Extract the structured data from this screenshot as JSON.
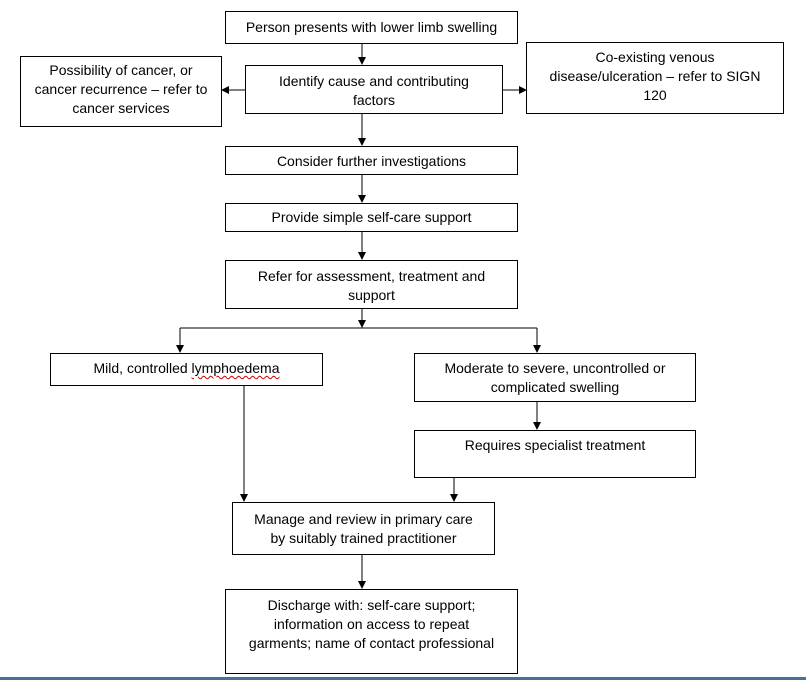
{
  "flowchart": {
    "nodes": {
      "presents": "Person presents with lower limb swelling",
      "identify": "Identify cause and contributing factors",
      "cancer": "Possibility of cancer, or cancer recurrence – refer to cancer services",
      "venous": "Co-existing venous disease/ulceration – refer to SIGN 120",
      "investigations": "Consider further investigations",
      "selfcare": "Provide simple self-care support",
      "refer": "Refer for assessment, treatment and support",
      "mild_prefix": "Mild, controlled ",
      "mild_word": "lymphoedema",
      "moderate": "Moderate to severe, uncontrolled or complicated swelling",
      "specialist": "Requires specialist treatment",
      "manage": "Manage and review in primary care by suitably trained practitioner",
      "discharge": "Discharge with: self-care support; information on access to repeat garments; name of contact professional"
    },
    "colors": {
      "line": "#000000",
      "box_border": "#000000",
      "text": "#000000",
      "spellcheck_underline": "#cc0000",
      "bottom_rule": "#4a6f96"
    }
  }
}
